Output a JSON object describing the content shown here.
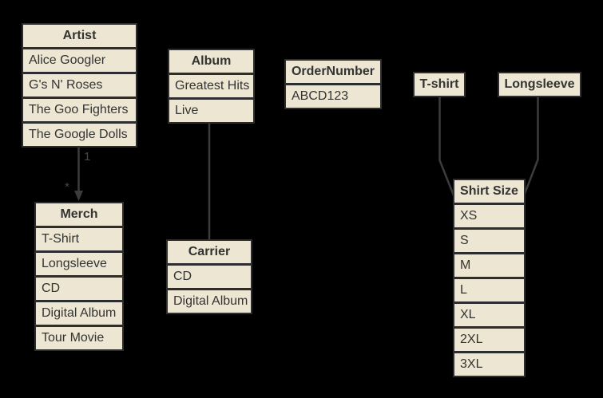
{
  "diagram": {
    "kind": "entity-relationship-diagram",
    "background_color": "#000000",
    "cell_fill_color": "#ede6d2",
    "border_color": "#2d2d2d",
    "text_color": "#333333",
    "connector_color": "#3c3c3c"
  },
  "boxes": {
    "artist": {
      "title": "Artist",
      "rows": [
        "Alice Googler",
        "G's N' Roses",
        "The Goo Fighters",
        "The Google Dolls"
      ]
    },
    "album": {
      "title": "Album",
      "rows": [
        "Greatest Hits",
        "Live"
      ]
    },
    "order_number": {
      "title": "OrderNumber",
      "rows": [
        "ABCD123"
      ]
    },
    "tshirt": {
      "title": "T-shirt",
      "rows": []
    },
    "longsleeve": {
      "title": "Longsleeve",
      "rows": []
    },
    "merch": {
      "title": "Merch",
      "rows": [
        "T-Shirt",
        "Longsleeve",
        "CD",
        "Digital Album",
        "Tour Movie"
      ]
    },
    "carrier": {
      "title": "Carrier",
      "rows": [
        "CD",
        "Digital Album"
      ]
    },
    "shirt_size": {
      "title": "Shirt Size",
      "rows": [
        "XS",
        "S",
        "M",
        "L",
        "XL",
        "2XL",
        "3XL"
      ]
    }
  },
  "connectors": {
    "artist_to_merch": {
      "from": "Artist",
      "to": "Merch",
      "source_label": "1",
      "target_label": "*",
      "arrowhead": "triangle-down"
    },
    "album_to_carrier": {
      "from": "Album",
      "to": "Carrier"
    },
    "tshirt_to_shirt_size": {
      "from": "T-shirt",
      "to": "Shirt Size"
    },
    "longsleeve_to_shirt_size": {
      "from": "Longsleeve",
      "to": "Shirt Size"
    }
  }
}
